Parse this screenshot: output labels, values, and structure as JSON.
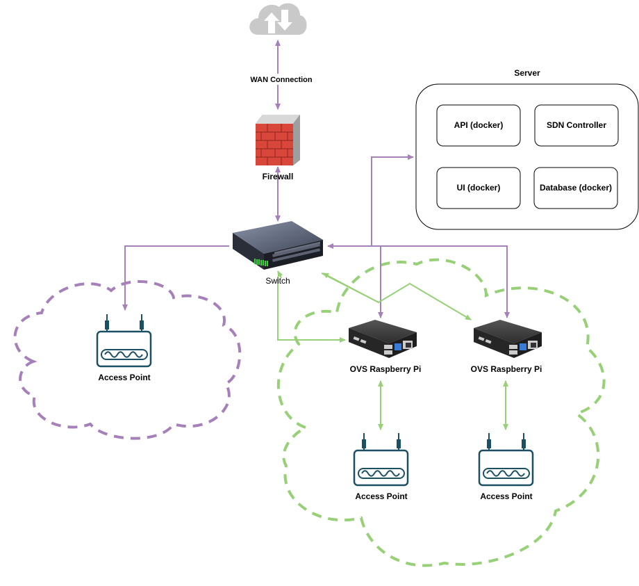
{
  "labels": {
    "wan": "WAN Connection",
    "firewall": "Firewall",
    "switch": "Switch",
    "server": "Server",
    "api": "API (docker)",
    "sdn": "SDN Controller",
    "ui": "UI (docker)",
    "database": "Database (docker)",
    "ovs_pi_1": "OVS Raspberry Pi",
    "ovs_pi_2": "OVS Raspberry Pi",
    "ap_left": "Access Point",
    "ap_bottom_1": "Access Point",
    "ap_bottom_2": "Access Point"
  },
  "colors": {
    "purple": "#a680b8",
    "green": "#97d077",
    "brick": "#d9463a",
    "ap_teal": "#1b4f63",
    "cloud_gray": "#c9c9c9"
  }
}
